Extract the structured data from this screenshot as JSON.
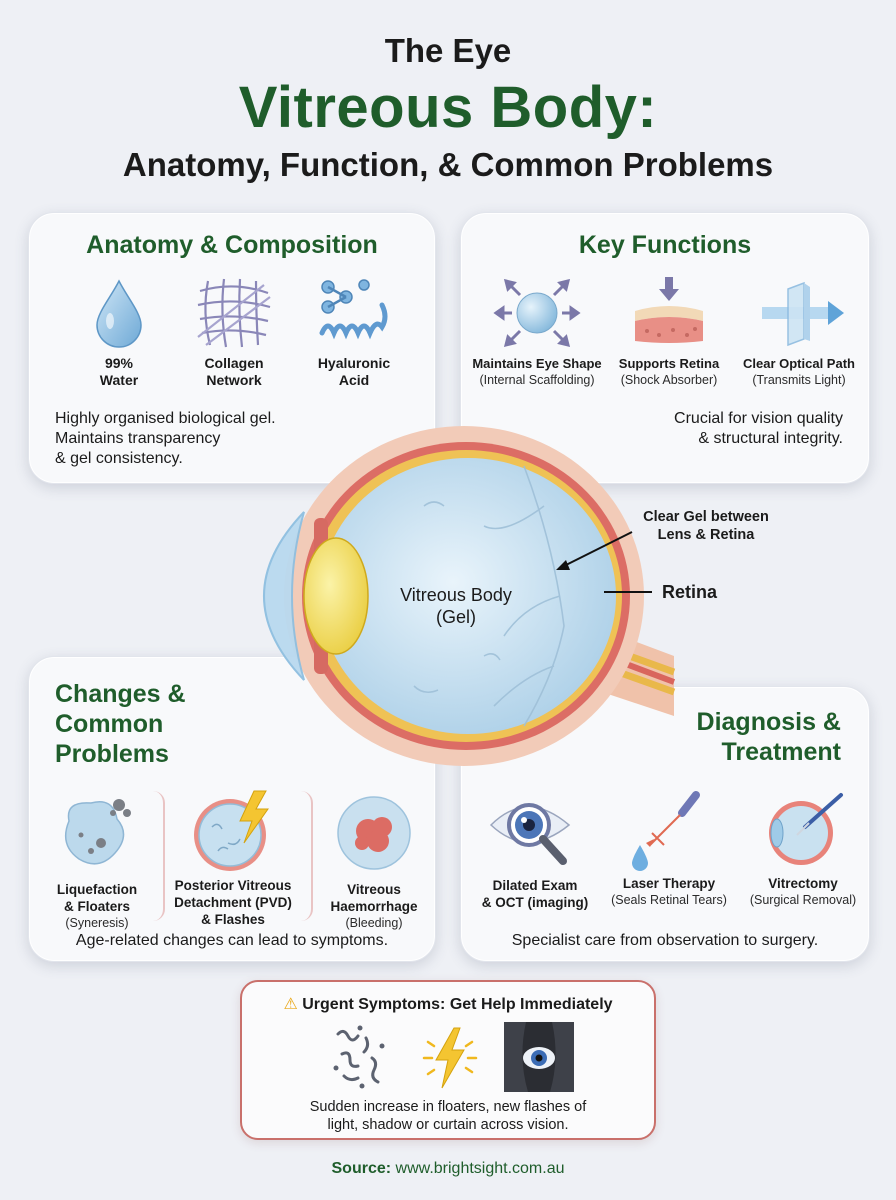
{
  "header": {
    "kicker": "The Eye",
    "title": "Vitreous Body:",
    "subtitle": "Anatomy, Function, & Common Problems"
  },
  "anatomy": {
    "heading": "Anatomy & Composition",
    "items": [
      {
        "label_1": "99%",
        "label_2": "Water",
        "icon": "water-drop-icon"
      },
      {
        "label_1": "Collagen",
        "label_2": "Network",
        "icon": "collagen-mesh-icon"
      },
      {
        "label_1": "Hyaluronic",
        "label_2": "Acid",
        "icon": "molecule-chain-icon"
      }
    ],
    "text": [
      "Highly organised biological gel.",
      "Maintains transparency",
      "& gel consistency."
    ]
  },
  "functions": {
    "heading": "Key Functions",
    "items": [
      {
        "label": "Maintains Eye Shape",
        "sub": "(Internal Scaffolding)",
        "icon": "sphere-arrows-icon"
      },
      {
        "label": "Supports Retina",
        "sub": "(Shock Absorber)",
        "icon": "tissue-cushion-icon"
      },
      {
        "label": "Clear Optical Path",
        "sub": "(Transmits Light)",
        "icon": "light-path-icon"
      }
    ],
    "text": [
      "Crucial for vision quality",
      "& structural integrity."
    ]
  },
  "eye": {
    "center_label_1": "Vitreous Body",
    "center_label_2": "(Gel)",
    "callout_gel_1": "Clear Gel between",
    "callout_gel_2": "Lens & Retina",
    "callout_retina": "Retina"
  },
  "changes": {
    "heading_1": "Changes &",
    "heading_2": "Common",
    "heading_3": "Problems",
    "items": [
      {
        "label_1": "Liquefaction",
        "label_2": "& Floaters",
        "sub": "(Syneresis)",
        "icon": "floaters-blob-icon"
      },
      {
        "label_1": "Posterior Vitreous",
        "label_2": "Detachment (PVD)",
        "label_3": "& Flashes",
        "icon": "pvd-flash-icon"
      },
      {
        "label_1": "Vitreous",
        "label_2": "Haemorrhage",
        "sub": "(Bleeding)",
        "icon": "haemorrhage-icon"
      }
    ],
    "text": "Age-related changes can lead to symptoms."
  },
  "diagnosis": {
    "heading_1": "Diagnosis &",
    "heading_2": "Treatment",
    "items": [
      {
        "label_1": "Dilated Exam",
        "label_2": "& OCT (imaging)",
        "icon": "eye-magnifier-icon"
      },
      {
        "label_1": "Laser Therapy",
        "label_2": "(Seals Retinal Tears)",
        "icon": "laser-icon"
      },
      {
        "label_1": "Vitrectomy",
        "label_2": "(Surgical Removal)",
        "icon": "surgery-eye-icon"
      }
    ],
    "text": "Specialist care from observation to surgery."
  },
  "urgent": {
    "heading": "Urgent Symptoms: Get Help Immediately",
    "text_1": "Sudden increase in floaters, new flashes of",
    "text_2": "light, shadow or curtain across vision.",
    "icons": [
      "floaters-squiggle-icon",
      "lightning-flash-icon",
      "curtain-eye-icon"
    ]
  },
  "source": {
    "label": "Source:",
    "url": "www.brightsight.com.au"
  },
  "colors": {
    "heading_green": "#1f5d2b",
    "urgent_border": "#c9706b",
    "background": "#eef0f5"
  }
}
